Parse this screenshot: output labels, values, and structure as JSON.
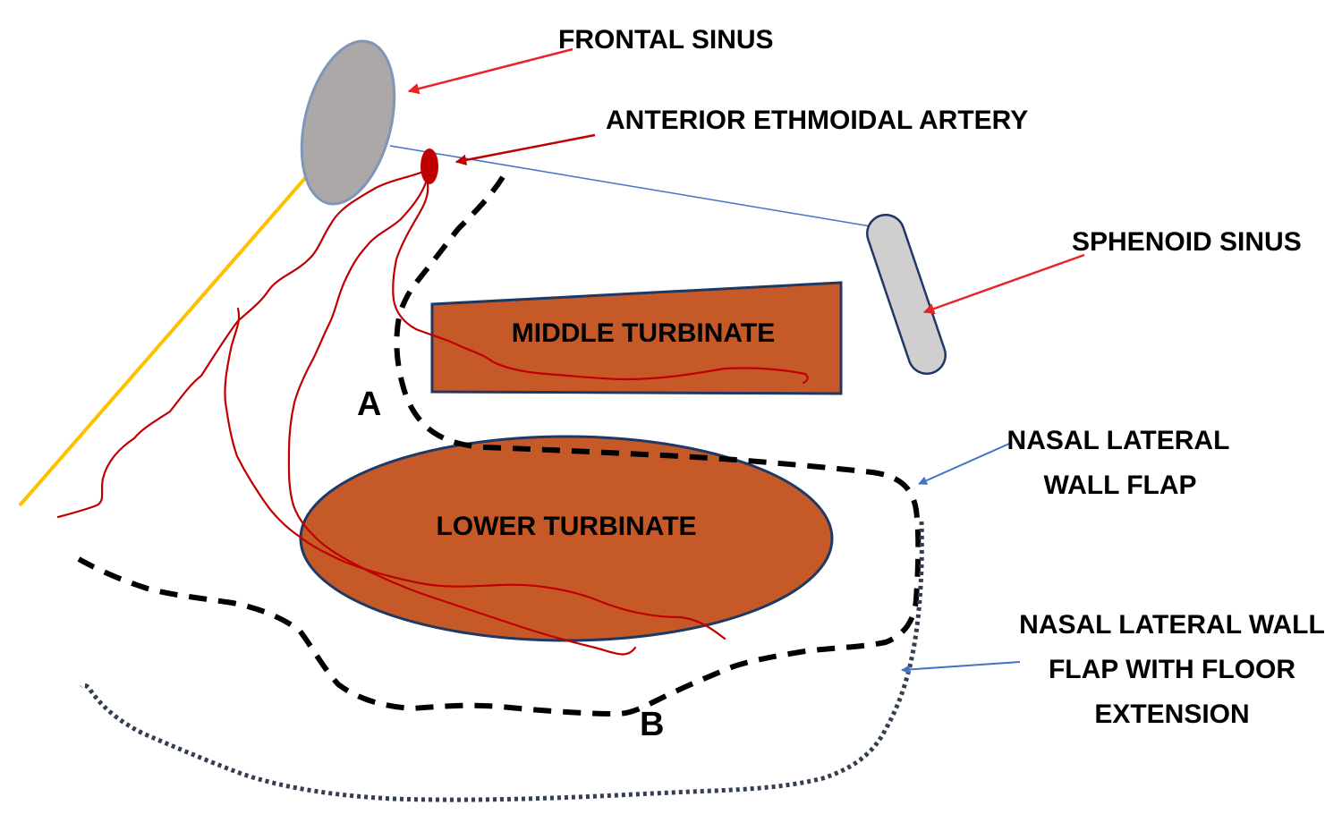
{
  "labels": {
    "frontal_sinus": "FRONTAL SINUS",
    "anterior_ethmoidal_artery": "ANTERIOR ETHMOIDAL ARTERY",
    "sphenoid_sinus": "SPHENOID SINUS",
    "middle_turbinate": "MIDDLE TURBINATE",
    "lower_turbinate": "LOWER TURBINATE",
    "point_a": "A",
    "point_b": "B",
    "nasal_lateral_wall_flap_line1": "NASAL LATERAL",
    "nasal_lateral_wall_flap_line2": "WALL FLAP",
    "floor_extension_line1": "NASAL LATERAL WALL",
    "floor_extension_line2": "FLAP WITH FLOOR",
    "floor_extension_line3": "EXTENSION"
  },
  "colors": {
    "turbinate_fill": "#c55a28",
    "turbinate_stroke": "#1f3864",
    "frontal_sinus_fill": "#aba8a7",
    "sphenoid_sinus_fill": "#d0cece",
    "sinus_stroke": "#1f3864",
    "sinus_stroke_light": "#7f96b8",
    "artery": "#c00000",
    "pointer_red": "#e8232a",
    "pointer_blue": "#4472c4",
    "orange_line": "#ffc000",
    "flap_dashes": "#000000",
    "floor_dots": "#333f50"
  }
}
